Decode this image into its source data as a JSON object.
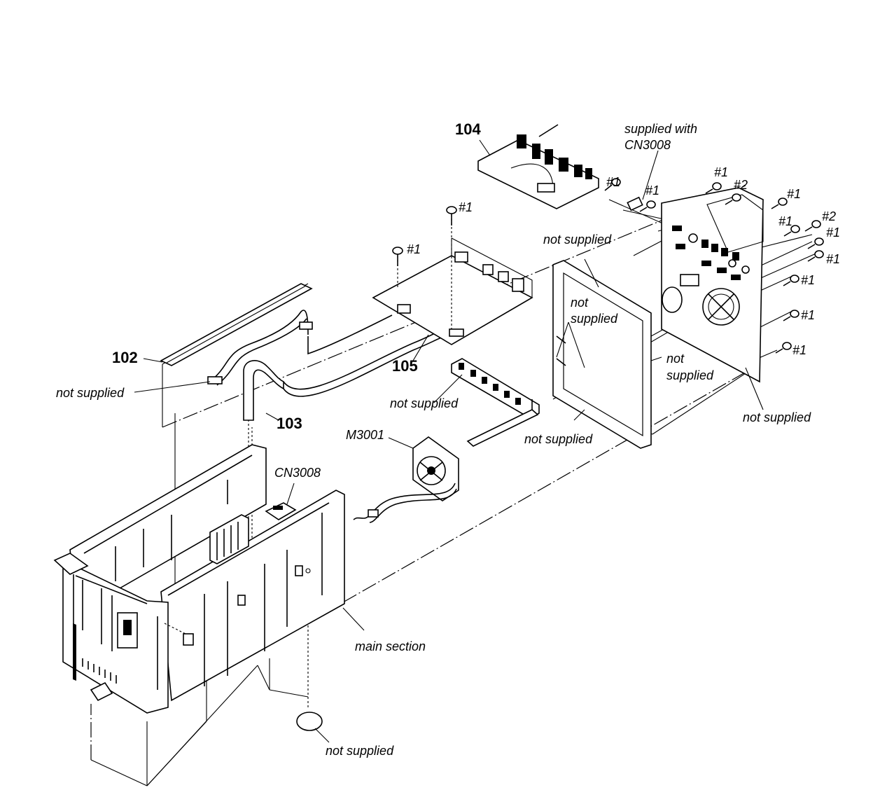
{
  "labels": {
    "p102": "102",
    "p103": "103",
    "p104": "104",
    "p105": "105",
    "m3001": "M3001",
    "cn3008": "CN3008",
    "supplied_with_1": "supplied with",
    "supplied_with_2": "CN3008",
    "main_section": "main section",
    "not_supplied": "not supplied",
    "not_word": "not",
    "supplied_word": "supplied",
    "screw1": "#1",
    "screw2": "#2"
  }
}
